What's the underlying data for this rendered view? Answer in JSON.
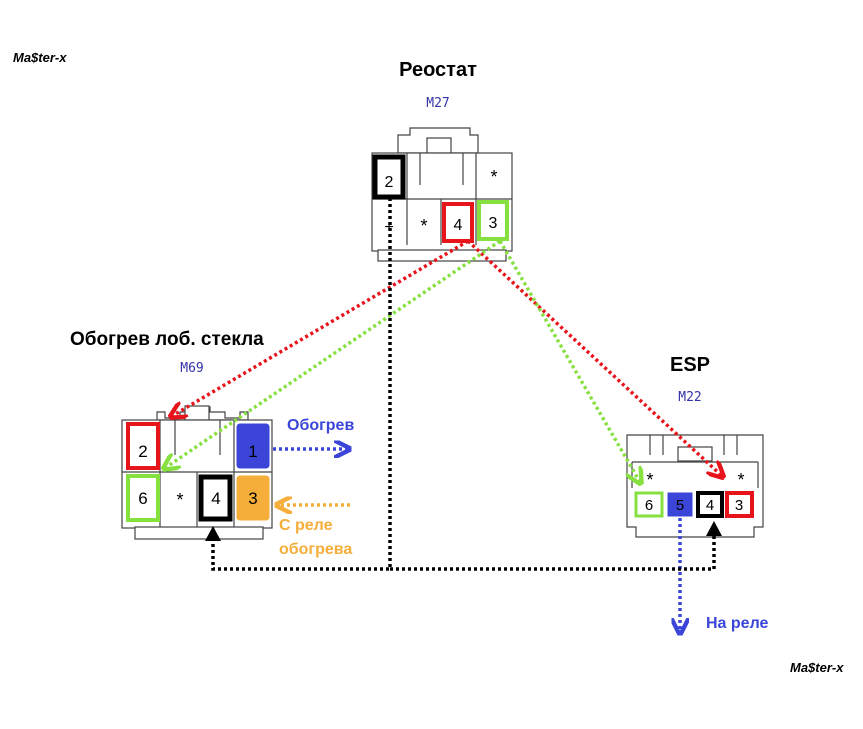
{
  "watermark_top": "Ma$ter-x",
  "watermark_bottom": "Ma$ter-x",
  "connectors": {
    "rheostat": {
      "title": "Реостат",
      "code": "M27",
      "pins": {
        "p2": "2",
        "star_top": "*",
        "cross": "+",
        "star_bottom": "*",
        "p4": "4",
        "p3": "3"
      }
    },
    "heater": {
      "title": "Обогрев лоб. стекла",
      "code": "M69",
      "pins": {
        "p2": "2",
        "p1": "1",
        "p6": "6",
        "star": "*",
        "p4": "4",
        "p3": "3"
      },
      "out_label": "Обогрев",
      "in_label_line1": "С реле",
      "in_label_line2": "обогрева"
    },
    "esp": {
      "title": "ESP",
      "code": "M22",
      "pins": {
        "star_left": "*",
        "star_right": "*",
        "p6": "6",
        "p5": "5",
        "p4": "4",
        "p3": "3"
      },
      "out_label": "На реле"
    }
  },
  "colors": {
    "red": "#e8141c",
    "green": "#86e040",
    "blue": "#3b46d8",
    "orange": "#f5ae3a",
    "black": "#000000",
    "code_blue": "#3333aa"
  }
}
